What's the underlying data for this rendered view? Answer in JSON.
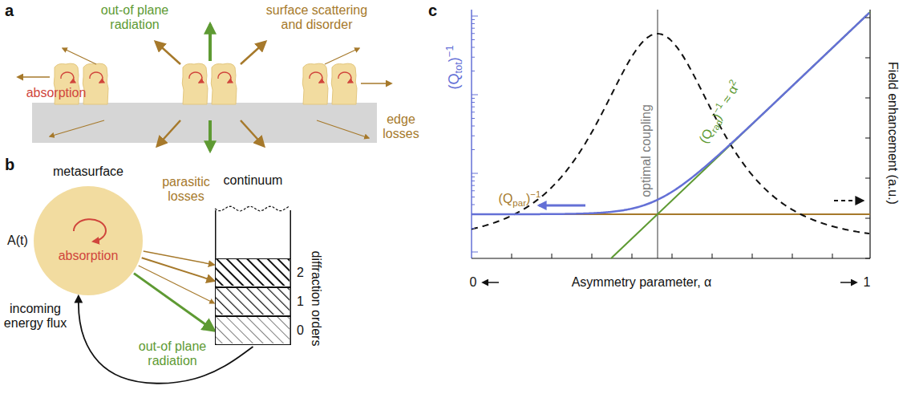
{
  "diagram": {
    "nodes": [
      {
        "text": [
          "absorption"
        ]
      },
      {
        "text": [
          "continuum"
        ]
      },
      {
        "text": [
          "2"
        ],
        "in": 1
      },
      {
        "text": [
          "1"
        ],
        "in": 1
      },
      {
        "text": [
          "0"
        ],
        "in": 1
      }
    ],
    "edges": [
      {
        "from": 0,
        "to": 2,
        "arrow": "to",
        "label": "parasitic losses"
      },
      {
        "from": 0,
        "to": 2,
        "arrow": "to"
      },
      {
        "from": 0,
        "to": 3,
        "arrow": "to"
      },
      {
        "from": 0,
        "to": 4,
        "arrow": "to",
        "label": "out-of plane radiation"
      },
      {
        "from": 1,
        "to": 0,
        "arrow": "to",
        "label": "incoming energy flux"
      }
    ],
    "labels": [
      "a",
      "out-of plane radiation",
      "surface scattering and disorder",
      "absorption",
      "edge losses",
      "b",
      "metasurface",
      "A(t)",
      "diffraction orders",
      "c",
      "(Qtot)−1",
      "optimal coupling",
      "(Qrad)−1 ≈ α2",
      "(Qpar)−1",
      "Field enhancement (a.u.)",
      "Asymmetry parameter, α",
      "0",
      "1"
    ]
  }
}
